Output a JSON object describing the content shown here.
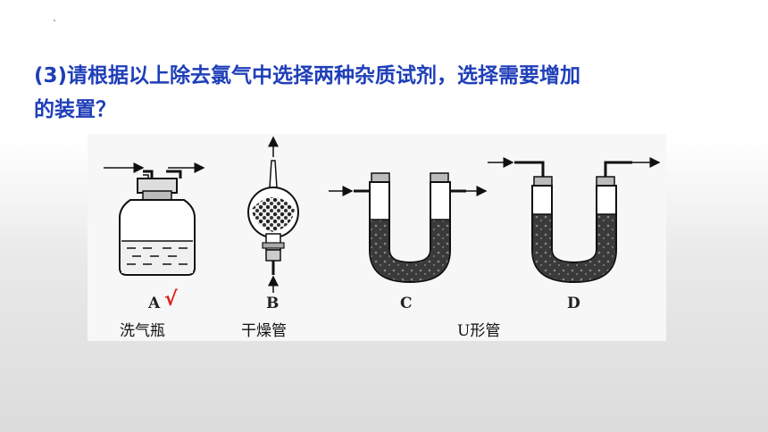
{
  "question": {
    "line1": "(3)请根据以上除去氯气中选择两种杂质试剂，选择需要增加",
    "line2": "的装置？"
  },
  "figure": {
    "labels": {
      "a": "A",
      "b": "B",
      "c": "C",
      "d": "D"
    },
    "check_mark": "√",
    "captions": {
      "gas_washing_bottle": "洗气瓶",
      "drying_tube": "干燥管",
      "u_tube": "U形管"
    }
  }
}
